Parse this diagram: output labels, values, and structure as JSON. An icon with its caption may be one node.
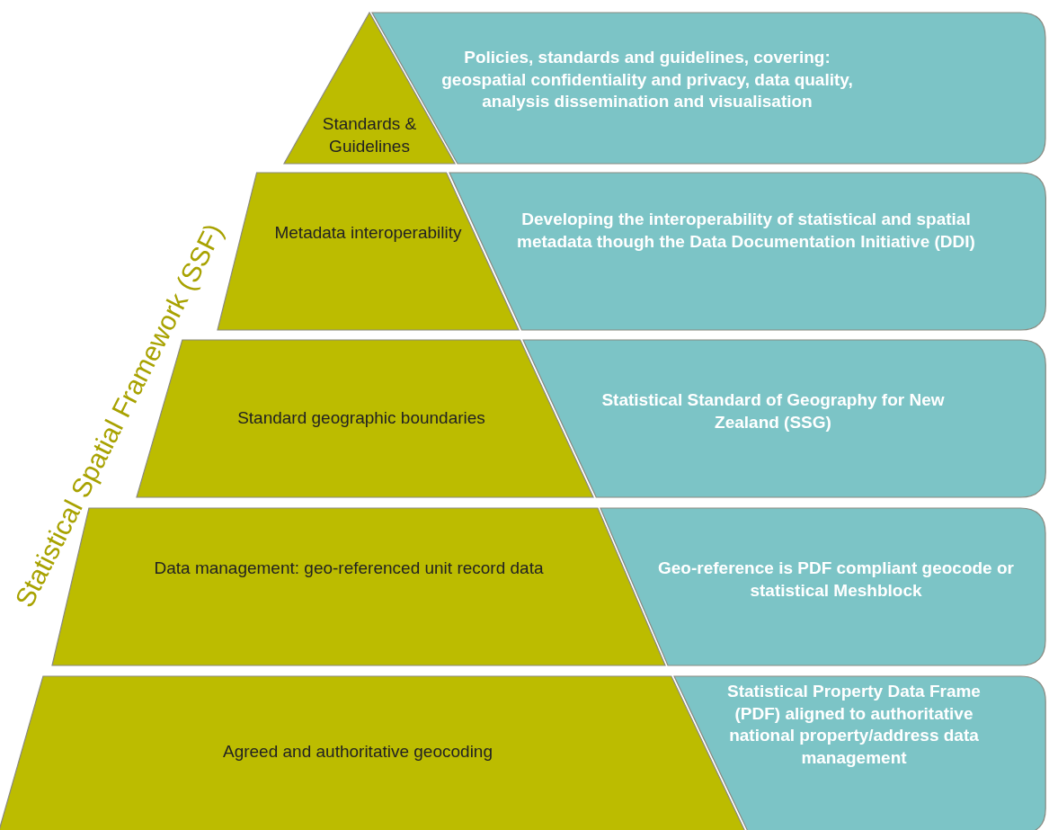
{
  "diagram": {
    "nodes": [
      {
        "text": [
          "Standards & Guidelines"
        ]
      },
      {
        "text": [
          "Policies, standards and guidelines, covering: geospatial confidentiality and privacy, data quality, analysis dissemination and visualisation"
        ]
      },
      {
        "text": [
          "Metadata interoperability"
        ]
      },
      {
        "text": [
          "Developing the interoperability of statistical and spatial metadata though the Data Documentation Initiative (DDI)"
        ]
      },
      {
        "text": [
          "Standard geographic boundaries"
        ]
      },
      {
        "text": [
          "Statistical Standard of Geography for New Zealand (SSG)"
        ]
      },
      {
        "text": [
          "Data management: geo-referenced unit record data"
        ]
      },
      {
        "text": [
          "Geo-reference is PDF compliant geocode or statistical Meshblock"
        ]
      },
      {
        "text": [
          "Agreed and authoritative geocoding"
        ]
      },
      {
        "text": [
          "Statistical Property Data Frame (PDF) aligned to authoritative national property/address data management"
        ]
      }
    ],
    "labels": [
      "Statistical Spatial Framework (SSF)"
    ]
  }
}
